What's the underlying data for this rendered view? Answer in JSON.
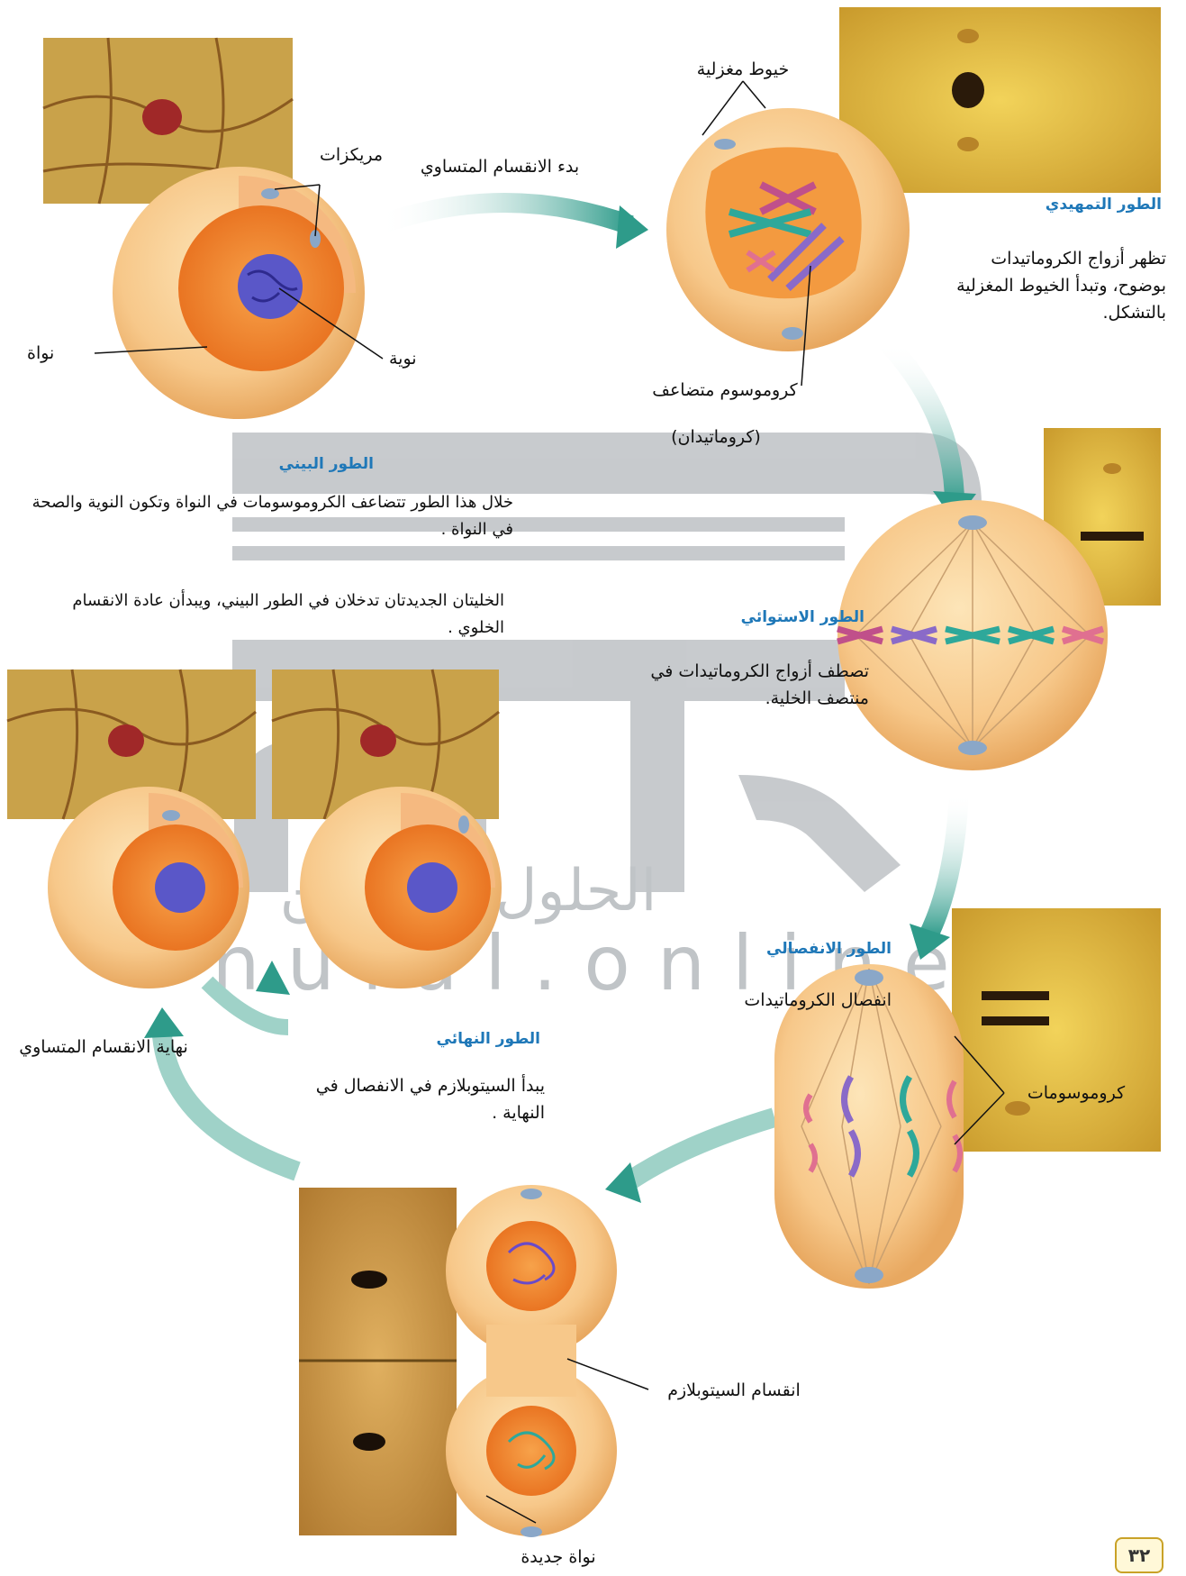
{
  "interphase": {
    "title": "الطور البيني",
    "description": "خلال هذا الطور تتضاعف الكروموسومات في النواة وتكون النوية والصحة في النواة .",
    "daughter_text": "الخليتان الجديدتان تدخلان في الطور البيني، ويبدأن عادة الانقسام الخلوي ."
  },
  "prophase": {
    "title": "الطور التمهيدي",
    "description": "تظهر أزواج الكروماتيدات بوضوح، وتبدأ الخيوط المغزلية بالتشكل."
  },
  "metaphase": {
    "title": "الطور الاستوائي",
    "description": "تصطف أزواج الكروماتيدات في منتصف الخلية."
  },
  "anaphase": {
    "title": "الطور الانفصالي",
    "description": "انفصال الكروماتيدات"
  },
  "telophase": {
    "title": "الطور النهائي",
    "description": "يبدأ السيتوبلازم في الانفصال في النهاية ."
  },
  "labels": {
    "centrioles": "مريكزات",
    "nucleus": "نواة",
    "nucleolus": "نوية",
    "mitosis_start": "بدء الانقسام المتساوي",
    "spindle_fibers": "خيوط مغزلية",
    "duplicated_chromosome": "كروموسوم متضاعف",
    "chromatids": "(كروماتيدان)",
    "chromosomes": "كروموسومات",
    "mitosis_end": "نهاية الانقسام المتساوي",
    "cytokinesis": "انقسام السيتوبلازم",
    "new_nucleus": "نواة جديدة"
  },
  "watermark": {
    "arabic": "الحلول اون لاين",
    "latin": "hulul.online"
  },
  "page_number": "٣٢",
  "colors": {
    "title_blue": "#1f78b8",
    "arrow_teal": "#2e9b8a",
    "cell_orange": "#f08a2a",
    "cell_cream": "#f7cf8a",
    "photo_yellow": "#d9b43c",
    "watermark_gray": "#9aa0a6"
  }
}
